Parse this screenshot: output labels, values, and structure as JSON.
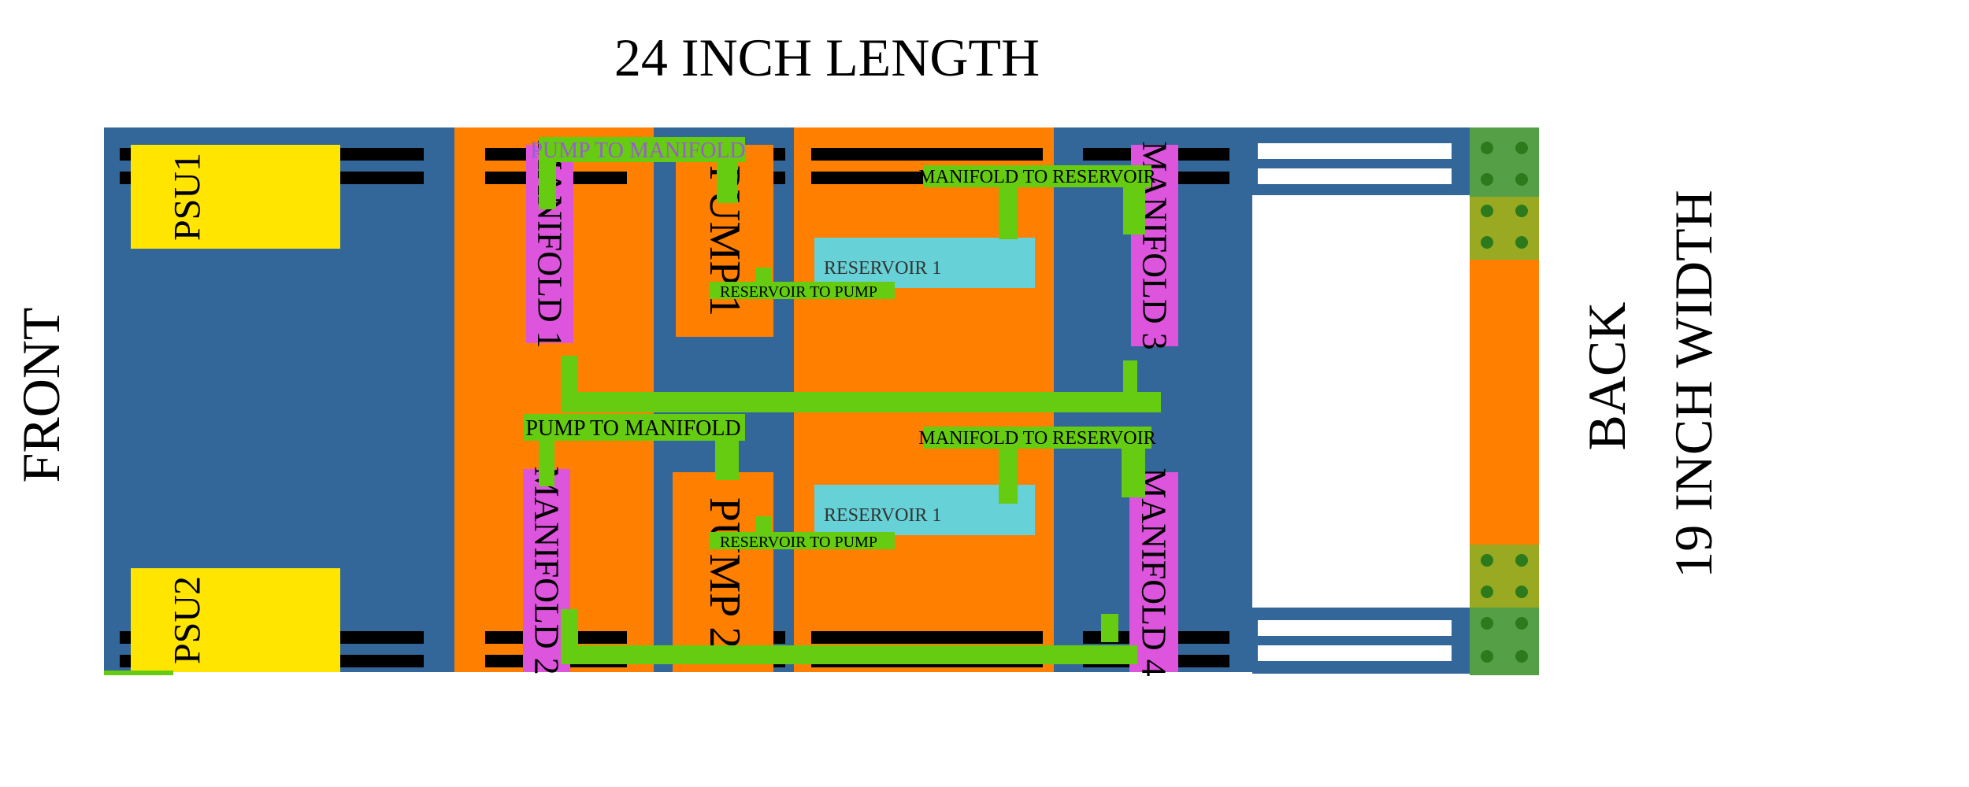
{
  "labels": {
    "title": "24 INCH LENGTH",
    "front": "FRONT",
    "back": "BACK",
    "width": "19 INCH WIDTH"
  },
  "components": {
    "psu1": "PSU1",
    "psu2": "PSU2",
    "pump1": "PUMP 1",
    "pump2": "PUMP 2",
    "manifold1": "MANIFOLD 1",
    "manifold2": "MANIFOLD 2",
    "manifold3": "MANIFOLD 3",
    "manifold4": "MANIFOLD 4",
    "reservoir_top": "RESERVOIR 1",
    "reservoir_bottom": "RESERVOIR 1"
  },
  "connections": {
    "pump_to_manifold_top": "PUMP TO MANIFOLD",
    "pump_to_manifold_bottom": "PUMP TO MANIFOLD",
    "manifold_to_reservoir_top": "MANIFOLD TO RESERVOIR",
    "manifold_to_reservoir_bottom": "MANIFOLD TO RESERVOIR",
    "reservoir_to_pump_top": "RESERVOIR TO PUMP",
    "reservoir_to_pump_bottom": "RESERVOIR TO PUMP"
  },
  "colors": {
    "chassis": "#336699",
    "orange": "#ff7f00",
    "psu": "#ffe500",
    "manifold": "#dd55dd",
    "reservoir": "#66d1d6",
    "tube": "#66cc11",
    "rail": "#000000",
    "connector": "#55a047",
    "connector_alt": "#99aa22",
    "dot": "#2c7a1c"
  }
}
